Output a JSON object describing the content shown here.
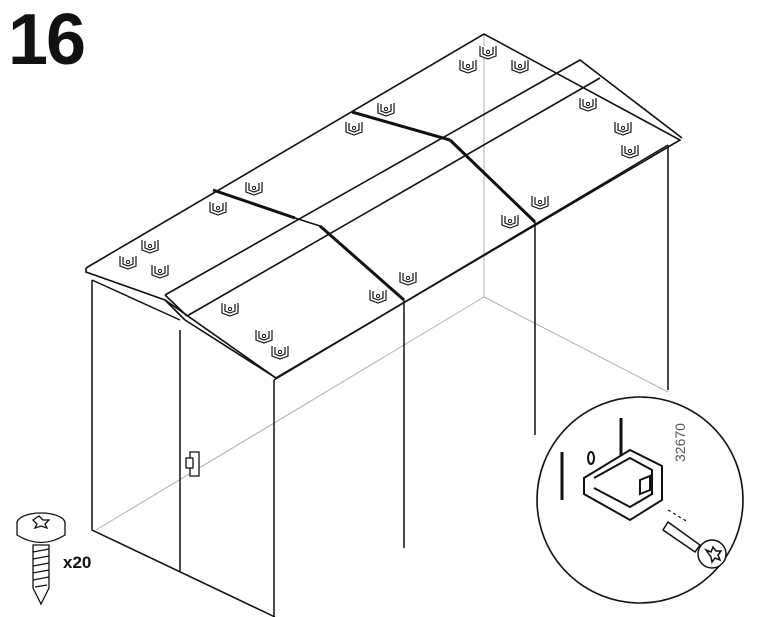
{
  "step": {
    "number": "16"
  },
  "hardware": {
    "icon": "screw-icon",
    "quantity_label": "x20"
  },
  "detail": {
    "part_code": "32670",
    "icons": [
      "bracket-clip-icon",
      "screw-icon"
    ]
  },
  "colors": {
    "line": "#111111",
    "hidden_line": "#b0b0b0",
    "background": "#ffffff"
  }
}
